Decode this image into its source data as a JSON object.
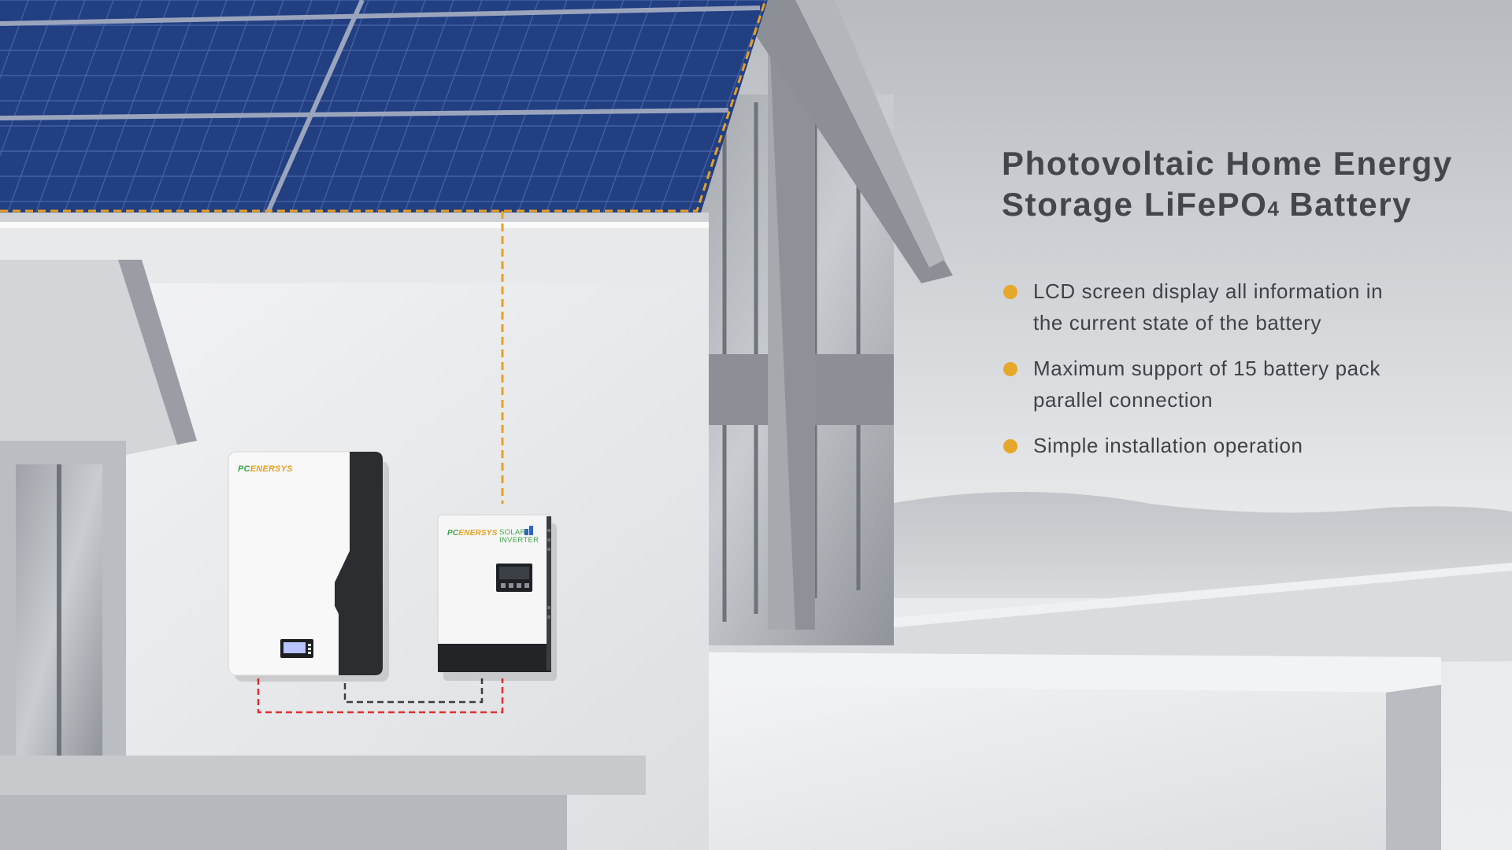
{
  "title": {
    "line1": "Photovoltaic Home Energy",
    "line2_prefix": "Storage LiFePO",
    "line2_sub": "4",
    "line2_suffix": " Battery"
  },
  "features": [
    {
      "line1": "LCD screen display all information in",
      "line2": "the current state of the battery"
    },
    {
      "line1": "Maximum support of 15 battery pack",
      "line2": "parallel connection"
    },
    {
      "line1": "Simple installation operation",
      "line2": ""
    }
  ],
  "battery": {
    "brand_prefix": "PC",
    "brand_suffix": "ENERSYS"
  },
  "inverter": {
    "brand_prefix": "PC",
    "brand_suffix": "ENERSYS",
    "label_line1": "SOLAR",
    "label_line2": "INVERTER"
  },
  "colors": {
    "accent_bullet": "#e5a82a",
    "dc_link_orange": "#e8a023",
    "ac_link_red": "#e03030",
    "signal_link_dark": "#3a3d42",
    "solar_panel": "#1f3c7e",
    "text": "#43464b"
  },
  "icons": [
    "solar-panel-array",
    "battery-unit",
    "inverter-unit",
    "lcd-screen-icon",
    "bullet-dot"
  ]
}
